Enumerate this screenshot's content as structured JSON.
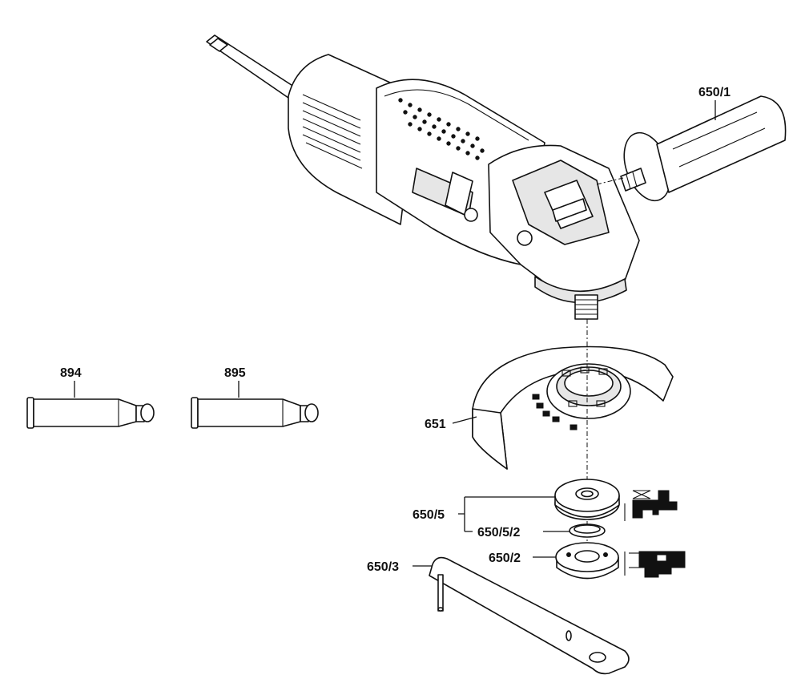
{
  "diagram": {
    "labels": {
      "handle": "650/1",
      "tube_894": "894",
      "tube_895": "895",
      "guard": "651",
      "flange_group": "650/5",
      "o_ring": "650/5/2",
      "clamp_nut": "650/2",
      "spanner": "650/3"
    }
  }
}
